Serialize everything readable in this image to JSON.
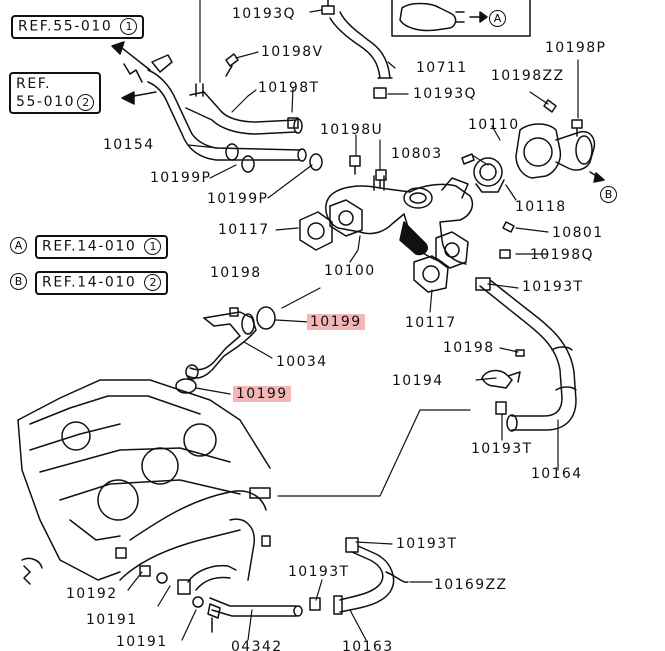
{
  "references": {
    "ref_55_010_1": {
      "text": "REF.55-010",
      "num": "1"
    },
    "ref_55_010_2": {
      "line1": "REF.",
      "line2": "55-010",
      "num": "2"
    },
    "ref_14_010_1": {
      "letter": "A",
      "text": "REF.14-010",
      "num": "1"
    },
    "ref_14_010_2": {
      "letter": "B",
      "text": "REF.14-010",
      "num": "2"
    },
    "arrow_a": "A",
    "arrow_b": "B"
  },
  "parts": {
    "p10193q_top": "10193Q",
    "p10198v": "10198V",
    "p10711": "10711",
    "p10193q_mid": "10193Q",
    "p10198p": "10198P",
    "p10198zz": "10198ZZ",
    "p10198t": "10198T",
    "p10154": "10154",
    "p10198u": "10198U",
    "p10110": "10110",
    "p10803": "10803",
    "p10199p_1": "10199P",
    "p10199p_2": "10199P",
    "p10118": "10118",
    "p10117_left": "10117",
    "p10801": "10801",
    "p10198q": "10198Q",
    "p10100": "10100",
    "p10198_left": "10198",
    "p10193t_right": "10193T",
    "p10199_upper": "10199",
    "p10117_right": "10117",
    "p10034": "10034",
    "p10198_right": "10198",
    "p10194": "10194",
    "p10199_lower": "10199",
    "p10193t_mid": "10193T",
    "p10164": "10164",
    "p10193t_lower": "10193T",
    "p10193t_bottom": "10193T",
    "p10169zz": "10169ZZ",
    "p10192": "10192",
    "p10191_a": "10191",
    "p10191_b": "10191",
    "p04342": "04342",
    "p10163": "10163"
  },
  "colors": {
    "line": "#111111",
    "highlight": "#f3b7b7"
  }
}
